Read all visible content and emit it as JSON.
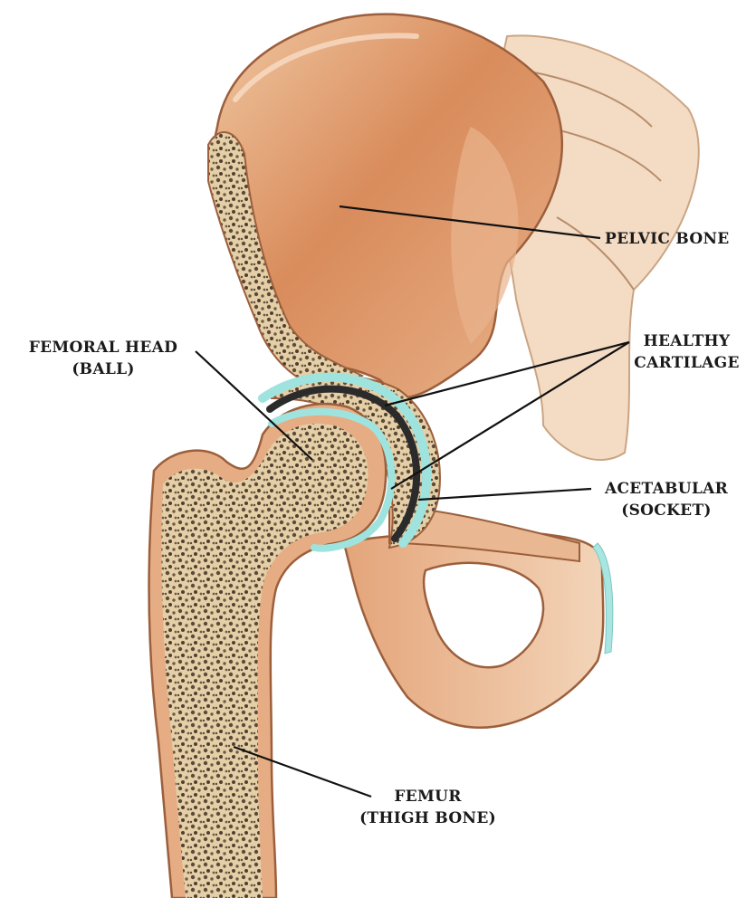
{
  "labels": {
    "pelvic_bone": [
      "PELVIC BONE"
    ],
    "femoral_head": [
      "FEMORAL HEAD",
      "(BALL)"
    ],
    "healthy_cartilage": [
      "HEALTHY",
      "CARTILAGE"
    ],
    "acetabular": [
      "ACETABULAR",
      "(SOCKET)"
    ],
    "femur": [
      "FEMUR",
      "(THIGH BONE)"
    ]
  },
  "colors": {
    "bone": "#e3a47c",
    "bone_dark": "#c97b52",
    "bone_light": "#f2d2b6",
    "spongy": "#e6d2ad",
    "cartilage": "#9fe3df",
    "cartilage_dark": "#2b2b2b",
    "leader": "#111111"
  }
}
